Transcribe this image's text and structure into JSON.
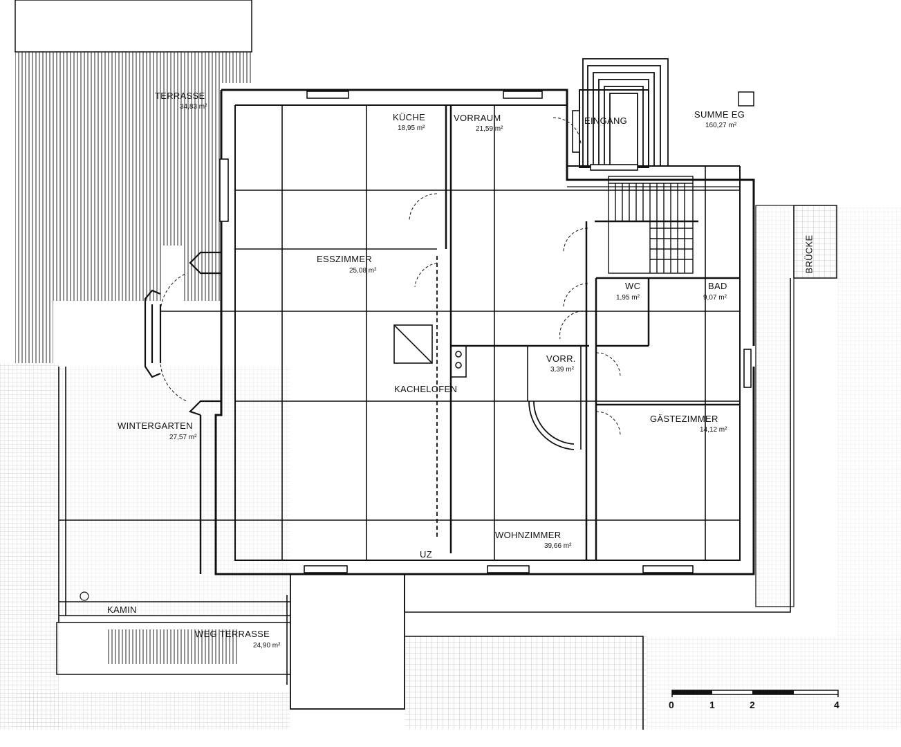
{
  "rooms": {
    "terrasse": {
      "name": "TERRASSE",
      "area": "34,83 m²"
    },
    "kueche": {
      "name": "KÜCHE",
      "area": "18,95 m²"
    },
    "vorraum": {
      "name": "VORRAUM",
      "area": "21,59 m²"
    },
    "eingang": {
      "name": "EINGANG"
    },
    "summe": {
      "name": "SUMME EG",
      "area": "160,27 m²"
    },
    "esszimmer": {
      "name": "ESSZIMMER",
      "area": "25,08 m²"
    },
    "wc": {
      "name": "WC",
      "area": "1,95 m²"
    },
    "bad": {
      "name": "BAD",
      "area": "9,07 m²"
    },
    "brucke": {
      "name": "BRÜCKE"
    },
    "vorr": {
      "name": "VORR.",
      "area": "3,39 m²"
    },
    "kachelofen": {
      "name": "KACHELOFEN"
    },
    "wintergarten": {
      "name": "WINTERGARTEN",
      "area": "27,57 m²"
    },
    "gaestezimmer": {
      "name": "GÄSTEZIMMER",
      "area": "14,12 m²"
    },
    "wohnzimmer": {
      "name": "WOHNZIMMER",
      "area": "39,66 m²"
    },
    "uz": {
      "name": "UZ"
    },
    "kamin": {
      "name": "KAMIN"
    },
    "wegterrasse": {
      "name": "WEG TERRASSE",
      "area": "24,90 m²"
    }
  },
  "scale_bar": {
    "labels": [
      "0",
      "1",
      "2",
      "4"
    ]
  },
  "colors": {
    "ink": "#111111",
    "paper": "#ffffff",
    "hatch": "#555555",
    "grid": "#bbbbbb"
  }
}
